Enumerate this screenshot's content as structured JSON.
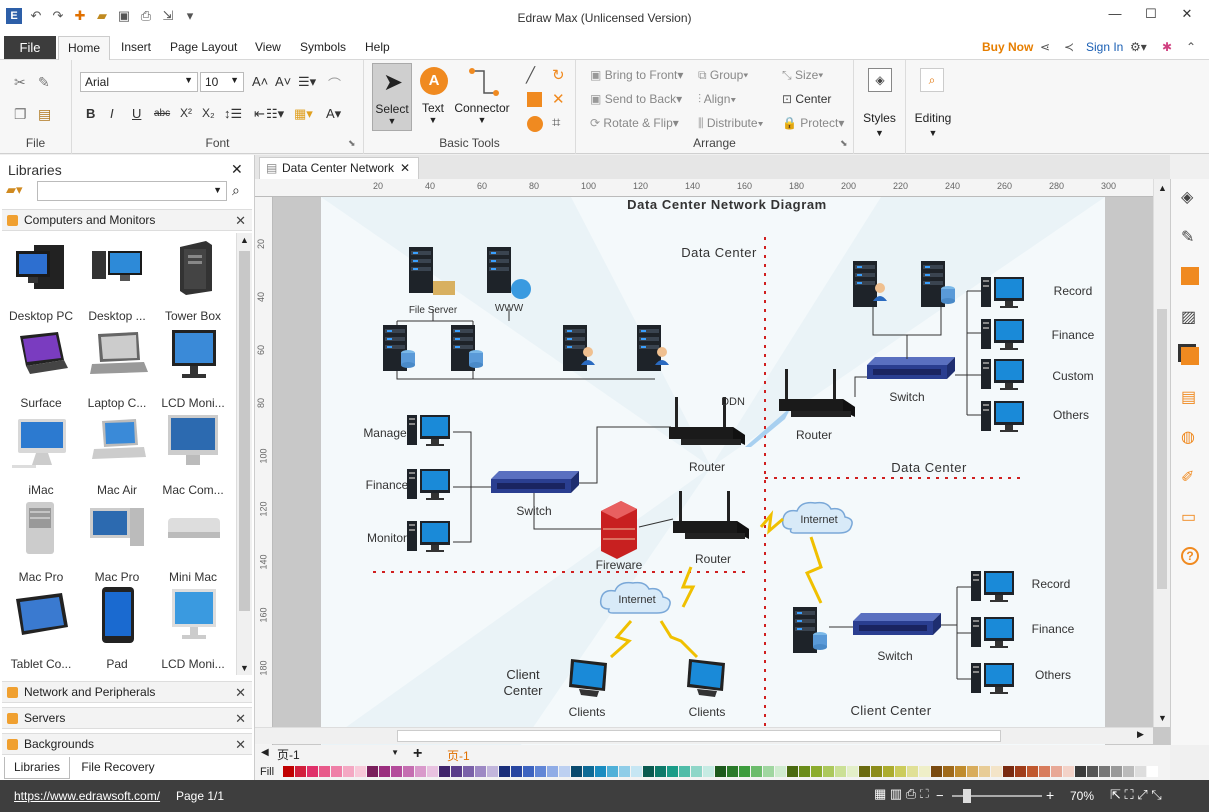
{
  "app": {
    "title": "Edraw Max (Unlicensed Version)"
  },
  "menu": {
    "file": "File",
    "home": "Home",
    "insert": "Insert",
    "page_layout": "Page Layout",
    "view": "View",
    "symbols": "Symbols",
    "help": "Help",
    "buy_now": "Buy Now",
    "sign_in": "Sign In"
  },
  "ribbon": {
    "file_label": "File",
    "font_name": "Arial",
    "font_size": "10",
    "font_label": "Font",
    "select": "Select",
    "text": "Text",
    "connector": "Connector",
    "basic_tools_label": "Basic Tools",
    "bring_to_front": "Bring to Front",
    "send_to_back": "Send to Back",
    "rotate_flip": "Rotate & Flip",
    "group": "Group",
    "align": "Align",
    "distribute": "Distribute",
    "size": "Size",
    "center": "Center",
    "protect": "Protect",
    "arrange_label": "Arrange",
    "styles": "Styles",
    "editing": "Editing"
  },
  "libraries": {
    "title": "Libraries",
    "sections": [
      "Computers and Monitors",
      "Network and Peripherals",
      "Servers",
      "Backgrounds"
    ],
    "shapes": [
      "Desktop PC",
      "Desktop ...",
      "Tower Box",
      "Surface",
      "Laptop C...",
      "LCD Moni...",
      "iMac",
      "Mac Air",
      "Mac Com...",
      "Mac Pro",
      "Mac Pro",
      "Mini Mac",
      "Tablet Co...",
      "Pad",
      "LCD Moni..."
    ],
    "bottom_tabs": [
      "Libraries",
      "File Recovery"
    ]
  },
  "document": {
    "tab": "Data Center Network"
  },
  "ruler": {
    "h": [
      "20",
      "40",
      "60",
      "80",
      "100",
      "120",
      "140",
      "160",
      "180",
      "200",
      "220",
      "240",
      "260",
      "280",
      "300"
    ],
    "v": [
      "20",
      "40",
      "60",
      "80",
      "100",
      "120",
      "140",
      "160",
      "180"
    ]
  },
  "diagram": {
    "title": "Data Center Network Diagram",
    "labels": {
      "dc1": "Data Center",
      "dc2": "Data Center",
      "file_server": "File Server",
      "www": "WWW",
      "manager": "Manager",
      "finance": "Finance",
      "monitor": "Monitor",
      "switch1": "Switch",
      "router_ddn": "Router",
      "ddn": "DDN",
      "router_right": "Router",
      "switch_right": "Switch",
      "record1": "Record",
      "finance1": "Finance",
      "custom": "Custom",
      "others1": "Others",
      "fireware": "Fireware",
      "router_mid": "Router",
      "internet1": "Internet",
      "internet2": "Internet",
      "client_center_left": "Client\nCenter",
      "clients1": "Clients",
      "clients2": "Clients",
      "switch3": "Switch",
      "record2": "Record",
      "finance2": "Finance",
      "others2": "Others",
      "client_center": "Client Center"
    }
  },
  "pagebar": {
    "page_select": "页-1",
    "page_tab": "页-1",
    "fill": "Fill"
  },
  "status": {
    "url": "https://www.edrawsoft.com/",
    "page": "Page 1/1",
    "zoom": "70%"
  },
  "palette": [
    "#c00000",
    "#d21f3c",
    "#e0306a",
    "#e85a8a",
    "#ef7fa7",
    "#f4a8c3",
    "#f8c9d9",
    "#7a1f5c",
    "#9b2f7f",
    "#b44c9b",
    "#c56eb1",
    "#d99acb",
    "#e8c2e0",
    "#40246b",
    "#5a3d8a",
    "#7a61a8",
    "#9d89c4",
    "#c2b6dc",
    "#1a2e7a",
    "#2845a0",
    "#3d63c0",
    "#6286d6",
    "#90acE6",
    "#bdd0f1",
    "#0a4a6e",
    "#0d6a96",
    "#1a8cc0",
    "#4fb0d8",
    "#8fcde8",
    "#c6e6f3",
    "#0a5a50",
    "#0d7a6a",
    "#1a9c88",
    "#4fbca8",
    "#8fd6c8",
    "#c6ebe3",
    "#1d5a1d",
    "#2a7a2a",
    "#3d9c3d",
    "#6cbc6c",
    "#a0d6a0",
    "#cfebcf",
    "#4a6a10",
    "#6a8c1a",
    "#8cac2e",
    "#acc85c",
    "#cbe096",
    "#e3efc8",
    "#6a6a10",
    "#8c8c1a",
    "#acac2e",
    "#cccc5c",
    "#e0e096",
    "#efefc8",
    "#7a4a10",
    "#a06a1a",
    "#c08c2e",
    "#d8ac5c",
    "#e8cc96",
    "#f3e4c8",
    "#7a2a10",
    "#a03d1a",
    "#c0582e",
    "#d87c5c",
    "#e8a896",
    "#f3d2c8",
    "#3a3a3a",
    "#555555",
    "#777777",
    "#999999",
    "#bbbbbb",
    "#dddddd",
    "#ffffff"
  ]
}
